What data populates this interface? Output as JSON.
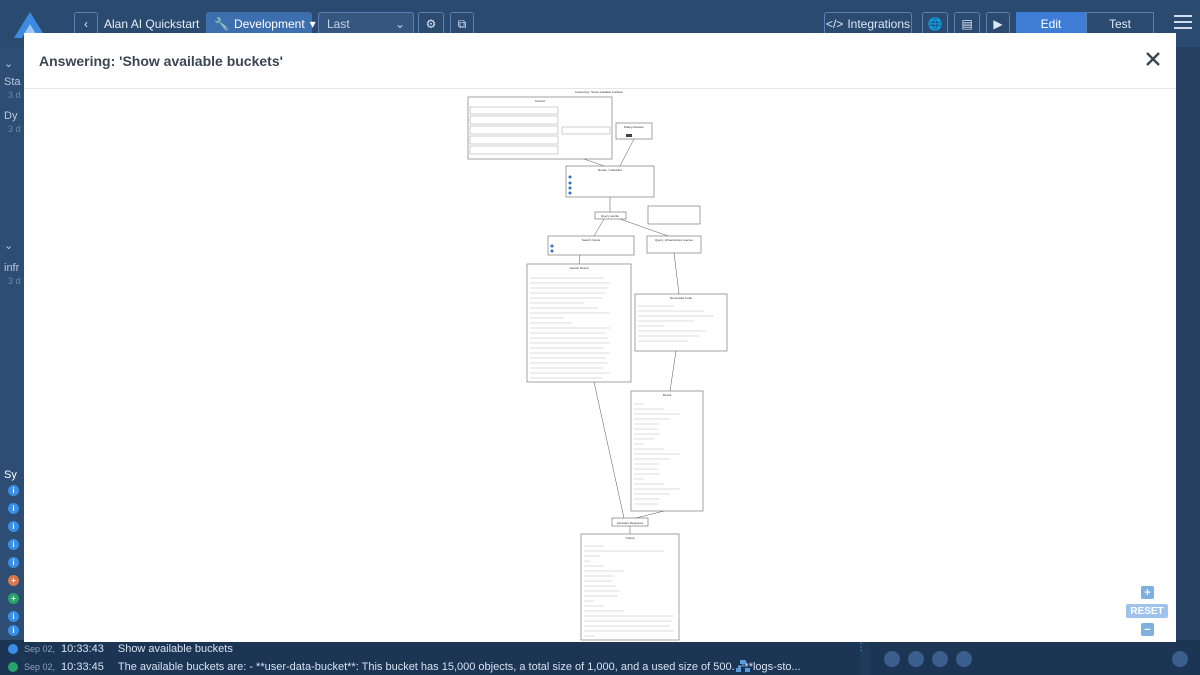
{
  "app": {
    "project_name": "Alan AI Quickstart",
    "environment": "Development",
    "version_select": "Last",
    "integrations_label": "Integrations",
    "edit_tab": "Edit",
    "test_tab": "Test"
  },
  "sidebar": {
    "items": [
      {
        "label": "Sta",
        "sub": "3 d"
      },
      {
        "label": "Dy",
        "sub": "3 d"
      },
      {
        "label": "infr",
        "sub": "3 d"
      },
      {
        "label": "Sy",
        "sub": ""
      }
    ]
  },
  "modal": {
    "title": "Answering: 'Show available buckets'",
    "diagram_caption": "Answering: 'Show available buckets'",
    "zoom_in": "+",
    "reset": "RESET",
    "zoom_out": "−",
    "nodes": {
      "context": "Context",
      "dialog_session": "Dialog Session",
      "router": "Router / Classifier",
      "query_rewrite": "Query rewrite",
      "search_inputs": "Search Inputs",
      "query_infra": "Query: infrastructure queries",
      "search_result": "Search Result",
      "generated_code": "Generated Code",
      "result": "Result",
      "assistant_response": "Assistant Response",
      "output": "Output"
    }
  },
  "log": [
    {
      "date": "Sep 02,",
      "time": "10:33:43",
      "text": "Show available buckets",
      "dot_color": "#3a8ee6"
    },
    {
      "date": "Sep 02,",
      "time": "10:33:45",
      "text": "The available buckets are: - **user-data-bucket**: This bucket has 15,000 objects, a total size of 1,000, and a used size of 500. - **logs-sto...",
      "dot_color": "#2aa36b"
    }
  ]
}
